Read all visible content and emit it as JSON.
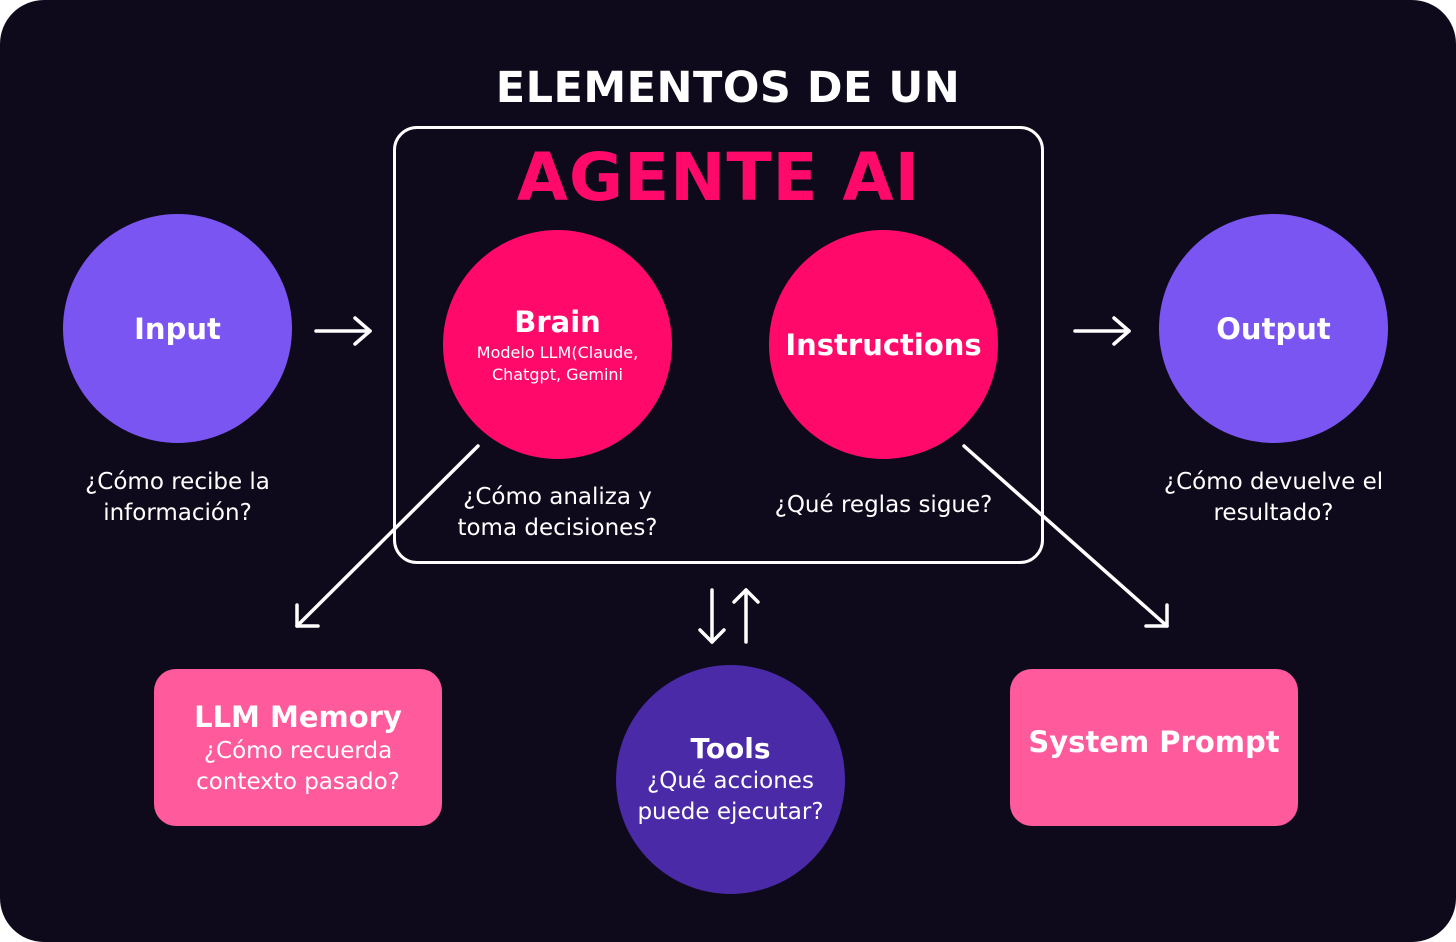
{
  "heading": "ELEMENTOS DE UN",
  "agent_title": "AGENTE AI",
  "input": {
    "label": "Input",
    "caption": [
      "¿Cómo recibe la",
      "información?"
    ]
  },
  "brain": {
    "label": "Brain",
    "sub": [
      "Modelo LLM(Claude,",
      "Chatgpt, Gemini"
    ],
    "caption": [
      "¿Cómo analiza y",
      "toma decisiones?"
    ]
  },
  "instructions": {
    "label": "Instructions",
    "caption": [
      "¿Qué reglas sigue?"
    ]
  },
  "output": {
    "label": "Output",
    "caption": [
      "¿Cómo devuelve el",
      "resultado?"
    ]
  },
  "memory": {
    "label": "LLM Memory",
    "desc": [
      "¿Cómo recuerda",
      "contexto pasado?"
    ]
  },
  "tools": {
    "label": "Tools",
    "desc": [
      "¿Qué acciones",
      "puede ejecutar?"
    ]
  },
  "system_prompt": {
    "label": "System Prompt"
  },
  "colors": {
    "background": "#0e0a1c",
    "purple": "#7b55f2",
    "deep_purple": "#4a2aa6",
    "magenta": "#ff0a6a",
    "pink": "#ff5a9b",
    "white": "#ffffff"
  }
}
